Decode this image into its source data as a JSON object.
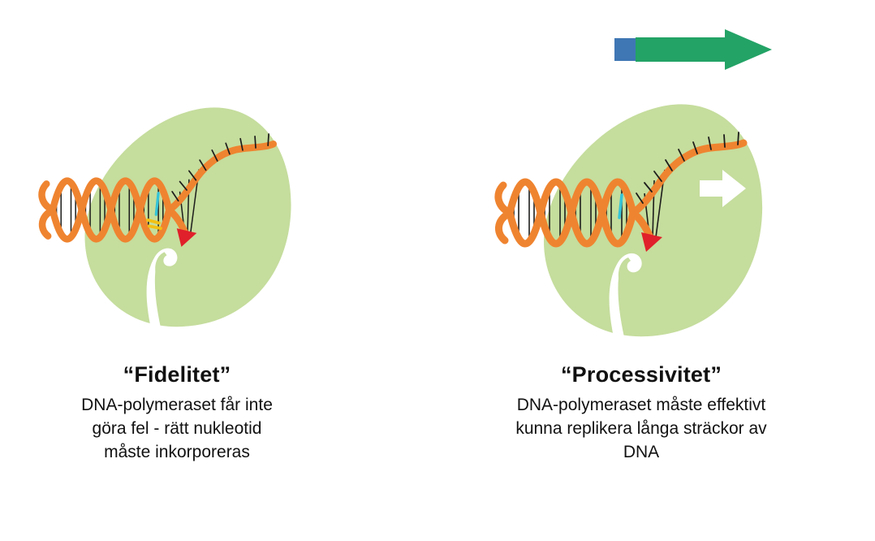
{
  "slide": {
    "figures": [
      {
        "id": "fidelity",
        "title": "“Fidelitet”",
        "caption_lines": [
          "DNA-polymeraset får inte",
          "göra fel - rätt nukleotid",
          "måste inkorporeras"
        ]
      },
      {
        "id": "processivity",
        "title": "“Processivitet”",
        "caption_lines": [
          "DNA-polymeraset måste effektivt",
          "kunna replikera långa sträckor av",
          "DNA"
        ]
      }
    ]
  },
  "icons": {
    "movement_arrow": "green-right-arrow",
    "translocation_arrow": "white-right-arrow",
    "enzyme": "dna-polymerase-blob",
    "dna": "orange-double-helix"
  },
  "colors": {
    "polymerase_green": "#c5dd9d",
    "dna_orange": "#ef8430",
    "arrow_green": "#23a366",
    "arrow_blue": "#3f76b4",
    "accent_red": "#e0202a",
    "accent_yellow": "#f2c114",
    "accent_cyan": "#35c4d7",
    "white_arrow": "#ffffff",
    "text": "#111111",
    "background": "#ffffff"
  }
}
